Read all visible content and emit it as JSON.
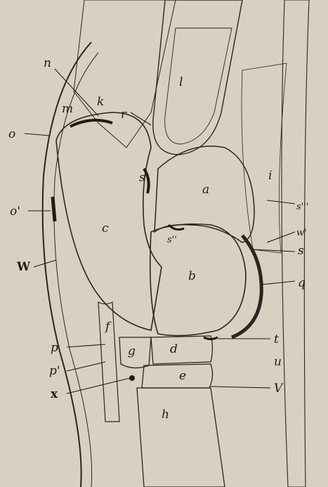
{
  "figure": {
    "kind": "anatomical engraving, longitudinal section of a joint",
    "colors": {
      "paper": "#d9d0c2",
      "ink": "#2a2520",
      "hatch": "#6b6156"
    },
    "labels": {
      "n": "n",
      "m": "m",
      "k": "k",
      "o": "o",
      "r": "r",
      "l": "l",
      "s1": "s'",
      "a": "a",
      "i": "i",
      "s3": "s'''",
      "o1": "o'",
      "w1": "w'",
      "c": "c",
      "s2": "s''",
      "s": "s",
      "W": "W",
      "b": "b",
      "q": "q",
      "t": "t",
      "f": "f",
      "g": "g",
      "d": "d",
      "p": "p",
      "u": "u",
      "p1": "p'",
      "e": "e",
      "x": "x",
      "v": "V",
      "h": "h"
    }
  }
}
